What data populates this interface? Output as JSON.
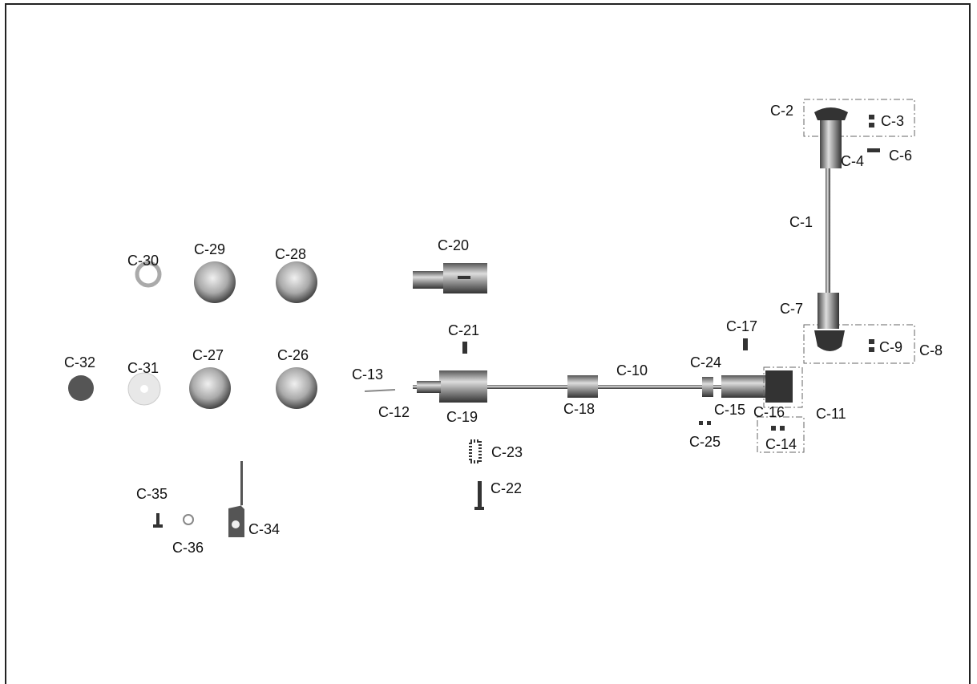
{
  "labels": {
    "c1": "C-1",
    "c2": "C-2",
    "c3": "C-3",
    "c4": "C-4",
    "c6": "C-6",
    "c7": "C-7",
    "c8": "C-8",
    "c9": "C-9",
    "c10": "C-10",
    "c11": "C-11",
    "c12": "C-12",
    "c13": "C-13",
    "c14": "C-14",
    "c15": "C-15",
    "c16": "C-16",
    "c17": "C-17",
    "c18": "C-18",
    "c19": "C-19",
    "c20": "C-20",
    "c21": "C-21",
    "c22": "C-22",
    "c23": "C-23",
    "c24": "C-24",
    "c25": "C-25",
    "c26": "C-26",
    "c27": "C-27",
    "c28": "C-28",
    "c29": "C-29",
    "c30": "C-30",
    "c31": "C-31",
    "c32": "C-32",
    "c34": "C-34",
    "c35": "C-35",
    "c36": "C-36"
  }
}
